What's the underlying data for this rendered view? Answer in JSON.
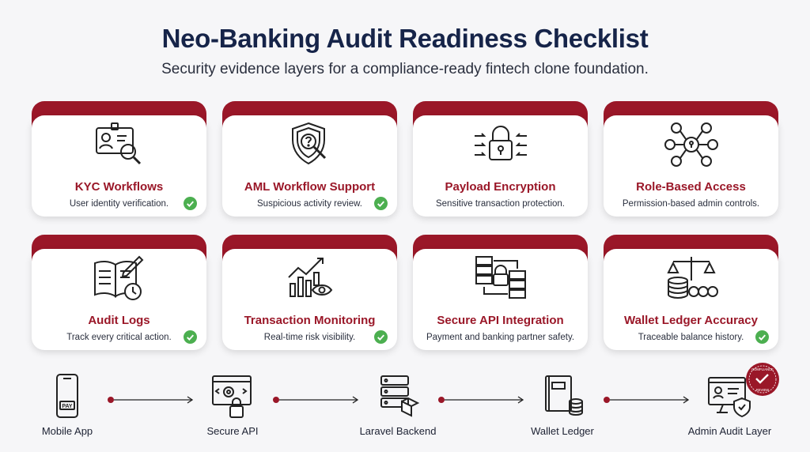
{
  "header": {
    "title": "Neo-Banking Audit Readiness Checklist",
    "subtitle": "Security evidence layers for a compliance-ready fintech clone foundation."
  },
  "colors": {
    "accent": "#9a1728",
    "title": "#162449",
    "check": "#4caf50"
  },
  "cards": [
    {
      "title": "KYC Workflows",
      "desc": "User identity verification.",
      "icon": "id-card-search-icon",
      "checked": true
    },
    {
      "title": "AML Workflow Support",
      "desc": "Suspicious activity review.",
      "icon": "shield-question-icon",
      "checked": true
    },
    {
      "title": "Payload Encryption",
      "desc": "Sensitive transaction protection.",
      "icon": "padlock-arrows-icon",
      "checked": false
    },
    {
      "title": "Role-Based Access",
      "desc": "Permission-based admin controls.",
      "icon": "access-network-icon",
      "checked": false
    },
    {
      "title": "Audit Logs",
      "desc": "Track every critical action.",
      "icon": "logbook-clock-icon",
      "checked": true
    },
    {
      "title": "Transaction Monitoring",
      "desc": "Real-time risk visibility.",
      "icon": "chart-eye-icon",
      "checked": true
    },
    {
      "title": "Secure API Integration",
      "desc": "Payment and banking partner safety.",
      "icon": "server-lock-icon",
      "checked": false
    },
    {
      "title": "Wallet Ledger Accuracy",
      "desc": "Traceable balance history.",
      "icon": "scale-coins-icon",
      "checked": true
    }
  ],
  "flow": [
    {
      "label": "Mobile App",
      "icon": "phone-pay-icon",
      "pay_text": "PAY"
    },
    {
      "label": "Secure API",
      "icon": "browser-gear-lock-icon"
    },
    {
      "label": "Laravel Backend",
      "icon": "server-stack-icon"
    },
    {
      "label": "Wallet Ledger",
      "icon": "book-coins-icon"
    },
    {
      "label": "Admin Audit Layer",
      "icon": "monitor-shield-icon"
    }
  ],
  "badge": {
    "line1": "COMPLIANCE",
    "line2": "REVIEW"
  }
}
